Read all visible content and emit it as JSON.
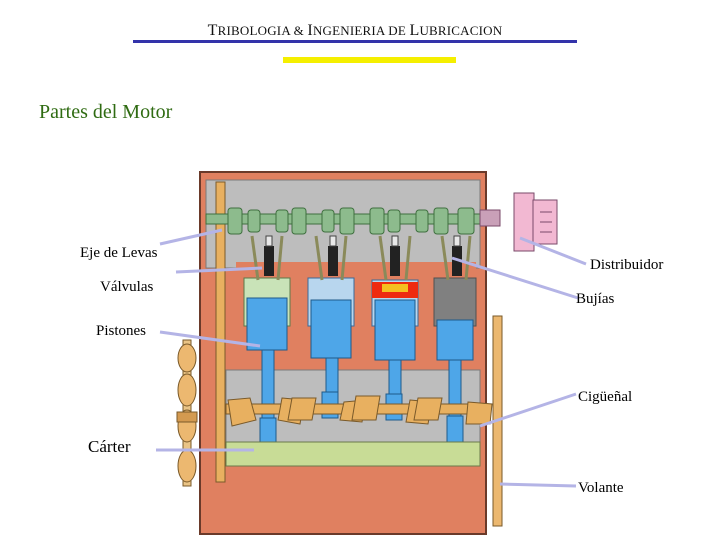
{
  "header": {
    "title_parts": [
      {
        "cap": "T",
        "rest": "RIBOLOGIA"
      },
      {
        "cap": "&",
        "rest": ""
      },
      {
        "cap": "I",
        "rest": "NGENIERIA"
      },
      {
        "cap": "DE",
        "rest": ""
      },
      {
        "cap": "L",
        "rest": "UBRICACION"
      }
    ]
  },
  "slide": {
    "title": "Partes del Motor"
  },
  "labels": {
    "eje_de_levas": "Eje de Levas",
    "valvulas": "Válvulas",
    "pistones": "Pistones",
    "carter": "Cárter",
    "distribuidor": "Distribuidor",
    "bujias": "Bujías",
    "ciguenal": "Cigüeñal",
    "volante": "Volante"
  },
  "colors": {
    "rule_blue": "#3333aa",
    "rule_yellow": "#f5ef00",
    "title_green": "#2f6b12",
    "block_orange": "#e08060",
    "block_gray": "#bdbdbd",
    "camshaft_green": "#8dbb8d",
    "piston_blue": "#4ea6e8",
    "crank_orange": "#e8b060",
    "carter_green": "#c8dc96",
    "leader_line": "#b4b4e6",
    "distributor_pink": "#f2b8d2",
    "flywheel": "#ecb870",
    "spark": "#ee2a10"
  }
}
